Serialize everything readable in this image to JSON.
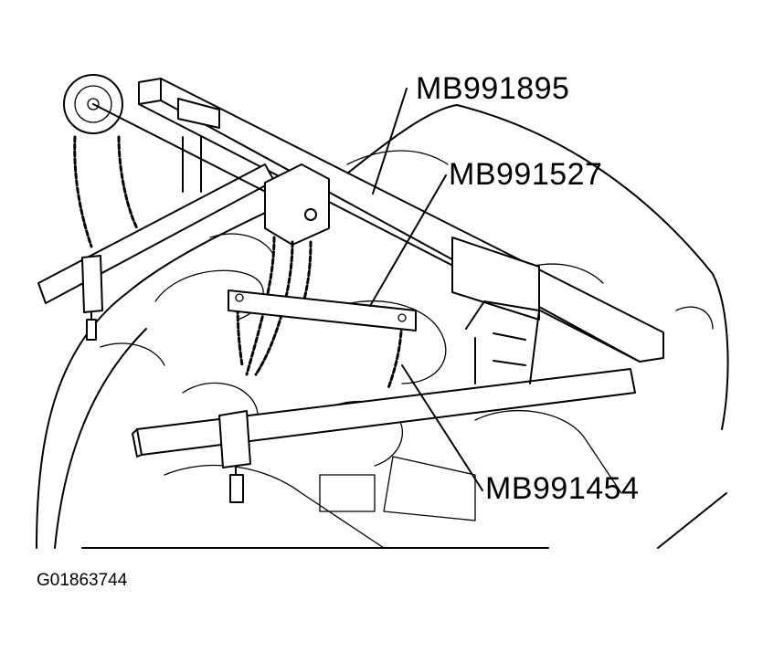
{
  "labels": {
    "tool_1": "MB991895",
    "tool_2": "MB991527",
    "tool_3": "MB991454"
  },
  "figure_id": "G01863744"
}
